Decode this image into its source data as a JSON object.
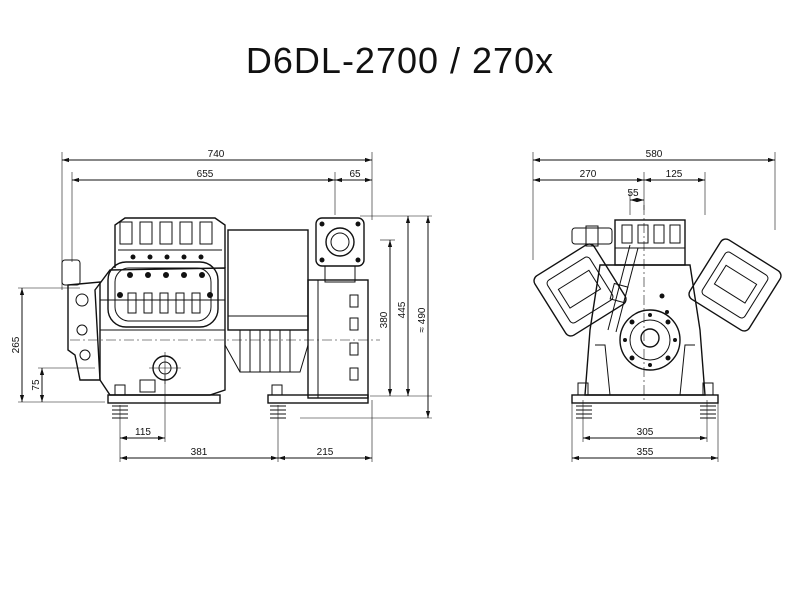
{
  "title": "D6DL-2700 / 270x",
  "side_view": {
    "dims": {
      "overall_length": "740",
      "body_length": "655",
      "pipe_offset": "65",
      "height_380": "380",
      "height_445": "445",
      "height_490": "≈ 490",
      "height_265": "265",
      "height_75": "75",
      "foot_offset": "115",
      "foot_spacing": "381",
      "rear_offset": "215"
    }
  },
  "front_view": {
    "dims": {
      "overall_width": "580",
      "left_width": "270",
      "right_width": "125",
      "center_offset": "55",
      "foot_spacing": "305",
      "base_width": "355"
    }
  }
}
